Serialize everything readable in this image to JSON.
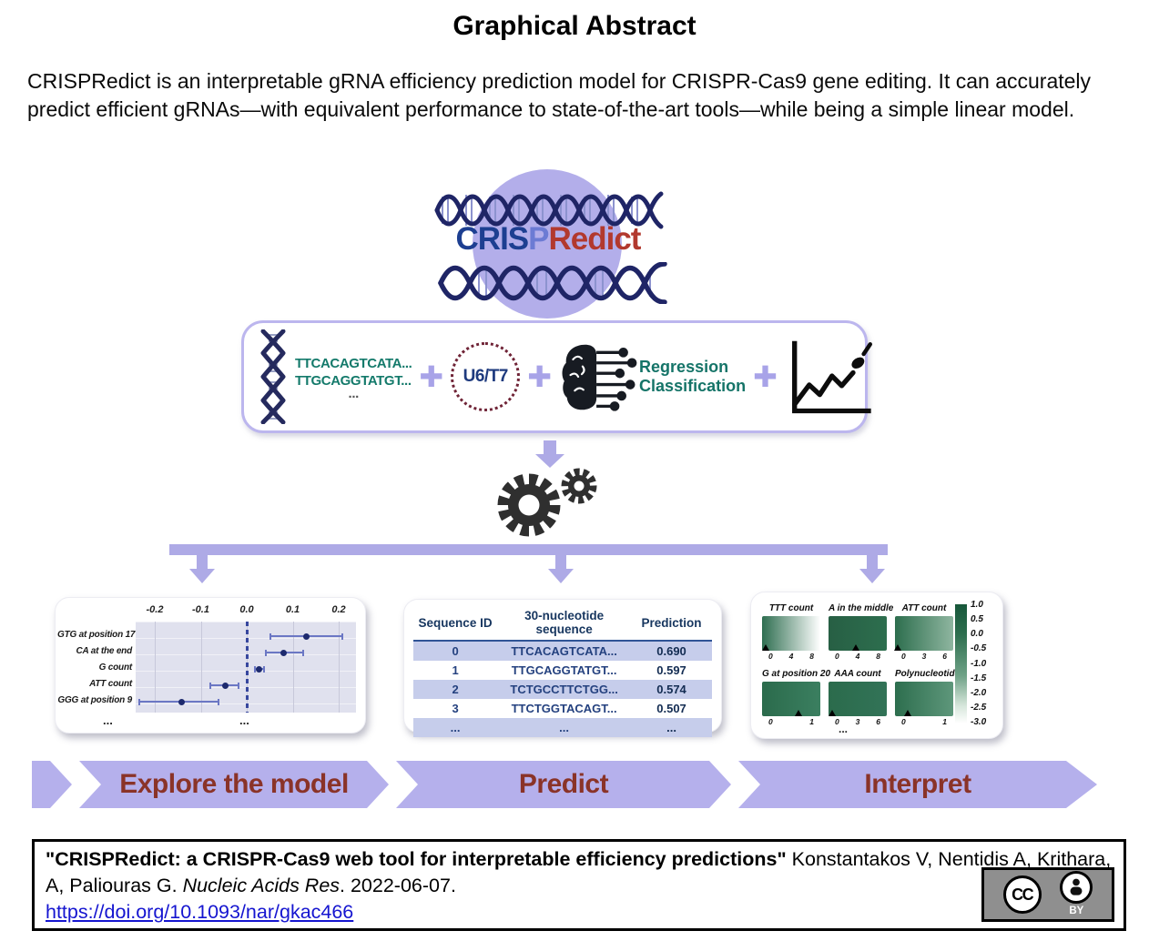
{
  "page": {
    "title": "Graphical Abstract",
    "abstract": "CRISPRedict is an interpretable gRNA efficiency prediction model for CRISPR-Cas9 gene editing. It can accurately predict efficient gRNAs—with equivalent performance to state-of-the-art tools—while being a simple linear model."
  },
  "logo": {
    "part1": "CRIS",
    "part2": "P",
    "part3": "Redict"
  },
  "pipeline": {
    "seq1": "TTCACAGTCATA...",
    "seq2": "TTGCAGGTATGT...",
    "seq_dots": "...",
    "plus_symbol": "✚",
    "promoter_label": "U6/T7",
    "model_label_1": "Regression",
    "model_label_2": "Classification"
  },
  "workflow": {
    "steps": [
      "Explore the model",
      "Predict",
      "Interpret"
    ]
  },
  "chart_data": [
    {
      "type": "scatter",
      "name": "model-coefficients-forest-plot",
      "xticks": [
        "-0.2",
        "-0.1",
        "0.0",
        "0.1",
        "0.2"
      ],
      "xlim": [
        -0.24,
        0.24
      ],
      "zero_line": 0.0,
      "rows": [
        {
          "label": "GTG at position 17",
          "value": 0.13,
          "ci_low": 0.05,
          "ci_high": 0.21
        },
        {
          "label": "CA at the end",
          "value": 0.08,
          "ci_low": 0.04,
          "ci_high": 0.125
        },
        {
          "label": "G count",
          "value": 0.027,
          "ci_low": 0.015,
          "ci_high": 0.04
        },
        {
          "label": "ATT count",
          "value": -0.047,
          "ci_low": -0.082,
          "ci_high": -0.015
        },
        {
          "label": "GGG at position 9",
          "value": -0.142,
          "ci_low": -0.235,
          "ci_high": -0.06
        }
      ],
      "ellipsis": "..."
    },
    {
      "type": "table",
      "name": "prediction-table",
      "columns": [
        "Sequence ID",
        "30-nucleotide sequence",
        "Prediction"
      ],
      "rows": [
        [
          "0",
          "TTCACAGTCATA...",
          "0.690"
        ],
        [
          "1",
          "TTGCAGGTATGT...",
          "0.597"
        ],
        [
          "2",
          "TCTGCCTTCTGG...",
          "0.574"
        ],
        [
          "3",
          "TTCTGGTACAGT...",
          "0.507"
        ],
        [
          "...",
          "...",
          "..."
        ]
      ]
    },
    {
      "type": "heatmap",
      "name": "feature-effect-heatmaps",
      "tiles": [
        {
          "title": "TTT count",
          "xticks": [
            "0",
            "4",
            "8"
          ],
          "c1": "#2e6e50",
          "c2": "#ffffff",
          "marker_x": 0.06
        },
        {
          "title": "A in the middle",
          "xticks": [
            "0",
            "4",
            "8"
          ],
          "c1": "#275f44",
          "c2": "#2d6e4e",
          "marker_x": 0.47
        },
        {
          "title": "ATT count",
          "xticks": [
            "0",
            "3",
            "6"
          ],
          "c1": "#2d6e4e",
          "c2": "#8fb6a0",
          "marker_x": 0.05
        },
        {
          "title": "G at position 20",
          "xticks": [
            "0",
            "1"
          ],
          "c1": "#2b6b4c",
          "c2": "#3b7f60",
          "marker_x": 0.62
        },
        {
          "title": "AAA count",
          "xticks": [
            "0",
            "3",
            "6"
          ],
          "c1": "#2b6b4c",
          "c2": "#327357",
          "marker_x": 0.06
        },
        {
          "title": "Polynucleotides",
          "xticks": [
            "0",
            "1"
          ],
          "c1": "#2d6e4e",
          "c2": "#5e977b",
          "marker_x": 0.22
        }
      ],
      "colorbar_ticks": [
        "1.0",
        "0.5",
        "0.0",
        "-0.5",
        "-1.0",
        "-1.5",
        "-2.0",
        "-2.5",
        "-3.0"
      ],
      "ellipsis": "..."
    }
  ],
  "citation": {
    "title": "\"CRISPRedict: a CRISPR-Cas9 web tool for interpretable efficiency predictions\"",
    "authors": " Konstantakos V, Nentidis A, Krithara, A, Paliouras G. ",
    "journal": "Nucleic Acids Res",
    "after_journal": ". 2022-06-07.",
    "doi": "https://doi.org/10.1093/nar/gkac466",
    "license": {
      "cc": "CC",
      "by": "BY"
    }
  },
  "colors": {
    "accent_purple": "#b5b0ec",
    "banner_text": "#8a3328",
    "teal_text": "#157468",
    "navy_text": "#1d3f91",
    "heatmap_green": "#2d6e4e",
    "link_blue": "#1515d0"
  }
}
